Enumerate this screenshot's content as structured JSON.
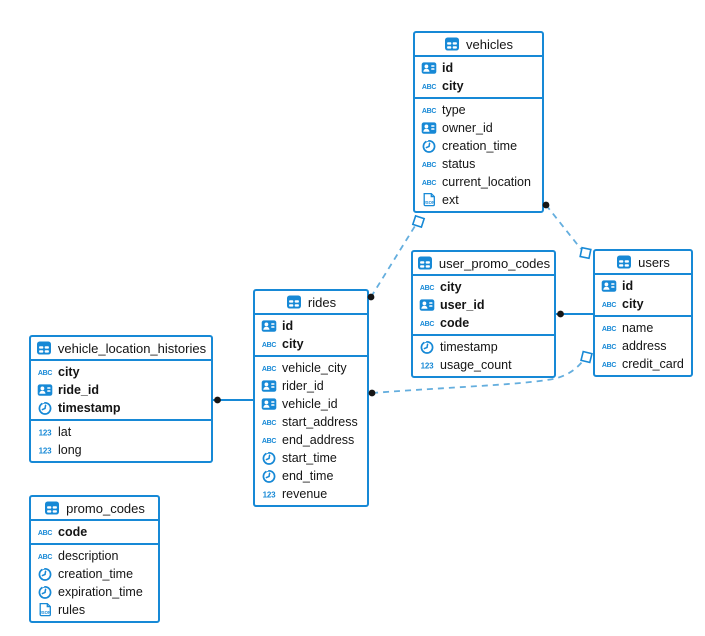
{
  "colors": {
    "accent": "#1789d6",
    "dashed_line": "#64aede",
    "marker_dot": "#161616",
    "background": "#ffffff"
  },
  "icons": {
    "text_type": "ABC",
    "number_type": "123",
    "json_label": "JSON"
  },
  "tables": [
    {
      "name": "vehicles",
      "pk": [
        {
          "label": "id",
          "type": "uuid"
        },
        {
          "label": "city",
          "type": "text"
        }
      ],
      "fields": [
        {
          "label": "type",
          "type": "text"
        },
        {
          "label": "owner_id",
          "type": "uuid"
        },
        {
          "label": "creation_time",
          "type": "timestamp"
        },
        {
          "label": "status",
          "type": "text"
        },
        {
          "label": "current_location",
          "type": "text"
        },
        {
          "label": "ext",
          "type": "json"
        }
      ]
    },
    {
      "name": "user_promo_codes",
      "pk": [
        {
          "label": "city",
          "type": "text"
        },
        {
          "label": "user_id",
          "type": "uuid"
        },
        {
          "label": "code",
          "type": "text"
        }
      ],
      "fields": [
        {
          "label": "timestamp",
          "type": "timestamp"
        },
        {
          "label": "usage_count",
          "type": "number"
        }
      ]
    },
    {
      "name": "users",
      "pk": [
        {
          "label": "id",
          "type": "uuid"
        },
        {
          "label": "city",
          "type": "text"
        }
      ],
      "fields": [
        {
          "label": "name",
          "type": "text"
        },
        {
          "label": "address",
          "type": "text"
        },
        {
          "label": "credit_card",
          "type": "text"
        }
      ]
    },
    {
      "name": "rides",
      "pk": [
        {
          "label": "id",
          "type": "uuid"
        },
        {
          "label": "city",
          "type": "text"
        }
      ],
      "fields": [
        {
          "label": "vehicle_city",
          "type": "text"
        },
        {
          "label": "rider_id",
          "type": "uuid"
        },
        {
          "label": "vehicle_id",
          "type": "uuid"
        },
        {
          "label": "start_address",
          "type": "text"
        },
        {
          "label": "end_address",
          "type": "text"
        },
        {
          "label": "start_time",
          "type": "timestamp"
        },
        {
          "label": "end_time",
          "type": "timestamp"
        },
        {
          "label": "revenue",
          "type": "number"
        }
      ]
    },
    {
      "name": "vehicle_location_histories",
      "pk": [
        {
          "label": "city",
          "type": "text"
        },
        {
          "label": "ride_id",
          "type": "uuid"
        },
        {
          "label": "timestamp",
          "type": "timestamp"
        }
      ],
      "fields": [
        {
          "label": "lat",
          "type": "number"
        },
        {
          "label": "long",
          "type": "number"
        }
      ]
    },
    {
      "name": "promo_codes",
      "pk": [
        {
          "label": "code",
          "type": "text"
        }
      ],
      "fields": [
        {
          "label": "description",
          "type": "text"
        },
        {
          "label": "creation_time",
          "type": "timestamp"
        },
        {
          "label": "expiration_time",
          "type": "timestamp"
        },
        {
          "label": "rules",
          "type": "json"
        }
      ]
    }
  ],
  "relationships": [
    {
      "from": "vehicle_location_histories",
      "to": "rides",
      "style": "solid",
      "dot_end": "vehicle_location_histories"
    },
    {
      "from": "user_promo_codes",
      "to": "users",
      "style": "solid",
      "dot_end": "user_promo_codes"
    },
    {
      "from": "rides",
      "to": "users",
      "style": "dashed",
      "dot_end": "rides",
      "square_end": "users"
    },
    {
      "from": "rides",
      "to": "vehicles",
      "style": "dashed",
      "dot_end": "rides",
      "square_end": "vehicles"
    },
    {
      "from": "vehicles",
      "to": "users",
      "style": "dashed",
      "dot_end": "vehicles",
      "square_end": "users"
    }
  ]
}
